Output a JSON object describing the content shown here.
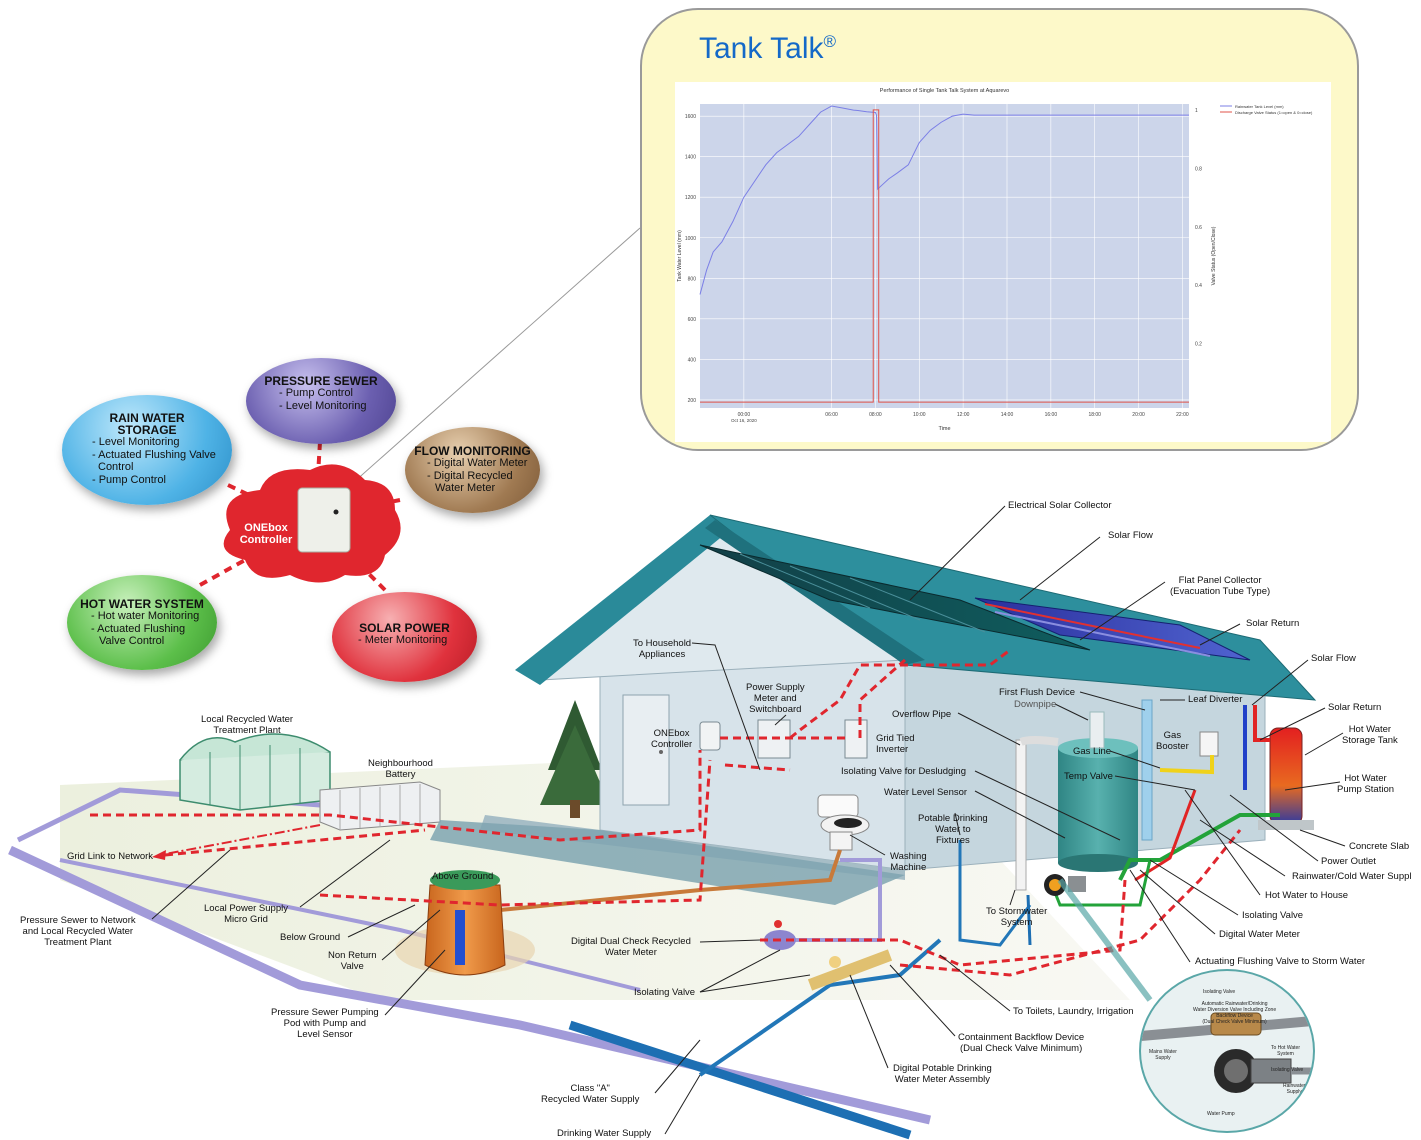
{
  "tank_talk": {
    "title": "Tank Talk",
    "trademark": "®",
    "chart_data": {
      "type": "line",
      "title": "Performance of Single Tank Talk System at Aquarevo",
      "xlabel": "Time",
      "ylabel": "Tank Water Level (mm)",
      "y2label": "Valve Status (Open/Close)",
      "x_ticks": [
        "00:00",
        "06:00",
        "08:00",
        "10:00",
        "12:00",
        "14:00",
        "16:00",
        "18:00",
        "20:00",
        "22:00"
      ],
      "x_tick_sub": "Oct 16, 2020",
      "y_ticks": [
        200,
        400,
        600,
        800,
        1000,
        1200,
        1400,
        1600
      ],
      "ylim": [
        160,
        1660
      ],
      "y2_ticks": [
        0.2,
        0.4,
        0.6,
        0.8,
        1
      ],
      "y2lim": [
        -0.02,
        1.02
      ],
      "series": [
        {
          "name": "Rainwater Tank Level (mm)",
          "color": "#7b7fe6",
          "x": [
            0,
            0.3,
            0.6,
            1.0,
            1.5,
            2.0,
            2.5,
            3.0,
            3.5,
            4.0,
            4.5,
            5.0,
            5.5,
            6.0,
            6.5,
            7.0,
            7.2,
            7.6,
            8.0,
            8.05,
            8.1,
            8.3,
            8.6,
            9.0,
            9.5,
            10.0,
            10.5,
            11.0,
            11.5,
            12.0,
            12.5,
            14,
            16,
            18,
            20,
            22.3
          ],
          "y": [
            720,
            840,
            930,
            980,
            1080,
            1200,
            1280,
            1360,
            1420,
            1460,
            1500,
            1560,
            1620,
            1650,
            1640,
            1630,
            1628,
            1622,
            1618,
            1605,
            1240,
            1260,
            1290,
            1320,
            1360,
            1470,
            1530,
            1570,
            1600,
            1610,
            1605,
            1605,
            1605,
            1605,
            1605,
            1605
          ]
        },
        {
          "name": "Discharge Valve Status (1=open & 0=close)",
          "color": "#e0534a",
          "x": [
            0,
            7.9,
            7.9,
            8.15,
            8.15,
            22.3
          ],
          "y": [
            0,
            0,
            1,
            1,
            0,
            0
          ]
        }
      ],
      "legend": "top-right",
      "grid": true
    }
  },
  "controller": {
    "title": "ONEbox Controller",
    "title_lines": [
      "ONEbox",
      "Controller"
    ]
  },
  "bubbles": {
    "rain_water": {
      "title_lines": [
        "RAIN WATER",
        "STORAGE"
      ],
      "items": [
        "- Level Monitoring",
        "- Actuated Flushing Valve",
        "Control",
        "- Pump Control"
      ]
    },
    "pressure_sewer": {
      "title": "PRESSURE SEWER",
      "items": [
        "- Pump Control",
        "- Level Monitoring"
      ]
    },
    "flow_monitoring": {
      "title": "FLOW MONITORING",
      "items": [
        "- Digital Water Meter",
        "- Digital Recycled",
        "Water Meter"
      ]
    },
    "hot_water": {
      "title": "HOT WATER SYSTEM",
      "items": [
        "- Hot water Monitoring",
        "- Actuated Flushing",
        "Valve Control"
      ]
    },
    "solar_power": {
      "title": "SOLAR POWER",
      "items": [
        "- Meter Monitoring"
      ]
    }
  },
  "labels": {
    "electrical_solar_collector": "Electrical Solar Collector",
    "solar_flow_top": "Solar Flow",
    "flat_panel": [
      "Flat Panel Collector",
      "(Evacuation Tube Type)"
    ],
    "solar_return_top": "Solar Return",
    "solar_flow_right": "Solar Flow",
    "solar_return_right": "Solar Return",
    "hot_water_storage": [
      "Hot Water",
      "Storage Tank"
    ],
    "hot_water_pump": [
      "Hot Water",
      "Pump Station"
    ],
    "concrete_slab": "Concrete Slab",
    "power_outlet": "Power Outlet",
    "rainwater_cold": "Rainwater/Cold Water Suppl",
    "hot_water_house": "Hot Water to House",
    "isolating_valve_right": "Isolating Valve",
    "digital_water_meter": "Digital Water Meter",
    "actuating_flushing": "Actuating Flushing Valve to Storm Water",
    "to_toilets": "To Toilets, Laundry, Irrigation",
    "containment_backflow": [
      "Containment Backflow Device",
      "(Dual Check Valve Minimum)"
    ],
    "digital_potable_meter": [
      "Digital Potable Drinking",
      "Water Meter Assembly"
    ],
    "drinking_supply": "Drinking Water Supply",
    "class_a": [
      "Class \"A\"",
      "Recycled Water Supply"
    ],
    "isolating_valve_bottom": "Isolating Valve",
    "digital_dual_check": [
      "Digital Dual Check Recycled",
      "Water Meter"
    ],
    "pressure_sewer_pod": [
      "Pressure Sewer Pumping",
      "Pod with Pump and",
      "Level Sensor"
    ],
    "non_return": [
      "Non Return",
      "Valve"
    ],
    "below_ground": "Below Ground",
    "above_ground": "Above Ground",
    "local_power_supply": [
      "Local Power Supply",
      "Micro Grid"
    ],
    "pressure_sewer_network": [
      "Pressure Sewer to Network",
      "and Local Recycled Water",
      "Treatment Plant"
    ],
    "grid_link": "Grid Link to Network",
    "neighbourhood_battery": [
      "Neighbourhood",
      "Battery"
    ],
    "local_recycled_plant": [
      "Local Recycled Water",
      "Treatment Plant"
    ],
    "to_household": [
      "To Household",
      "Appliances"
    ],
    "power_supply_meter": [
      "Power Supply",
      "Meter and",
      "Switchboard"
    ],
    "onebox_house": [
      "ONEbox",
      "Controller"
    ],
    "grid_tied_inverter": [
      "Grid Tied",
      "Inverter"
    ],
    "overflow_pipe": "Overflow Pipe",
    "first_flush": "First Flush Device",
    "downpipe": "Downpipe",
    "leaf_diverter": "Leaf Diverter",
    "gas_line": "Gas Line",
    "gas_booster": [
      "Gas",
      "Booster"
    ],
    "temp_valve": "Temp Valve",
    "isolating_desludging": "Isolating Valve for Desludging",
    "water_level_sensor": "Water Level Sensor",
    "potable_fixtures": [
      "Potable Drinking",
      "Water to",
      "Fixtures"
    ],
    "to_stormwater": [
      "To Stormwater",
      "System"
    ],
    "washing_machine": [
      "Washing",
      "Machine"
    ]
  },
  "inset": {
    "isolating_valve": "Isolating Valve",
    "diversion": [
      "Automatic Rainwater/Drinking",
      "Water Diversion Valve Including Zone",
      "Backflow Device",
      "(Dual Check Valve Minimum)"
    ],
    "mains_supply": [
      "Mains Water",
      "Supply"
    ],
    "to_hot_water": [
      "To Hot Water",
      "System"
    ],
    "isolating_valve_2": "Isolating Valve",
    "rainwater_supply": [
      "Rainwater",
      "Supply"
    ],
    "water_pump": "Water Pump"
  },
  "colors": {
    "title_blue": "#1469c8",
    "panel_bg": "#fdf9c9",
    "rain_bubble": "#4fb3e6",
    "sewer_bubble": "#6b5fb0",
    "flow_bubble": "#a07a52",
    "hot_bubble": "#5cbf4a",
    "solar_bubble": "#e0323d",
    "controller_red": "#e0262e",
    "roof": "#2a8a99",
    "wall": "#cfdde4",
    "tank": "#3f9a99",
    "recycled_pipe": "#a29bd9",
    "potable_pipe": "#2277b8"
  }
}
